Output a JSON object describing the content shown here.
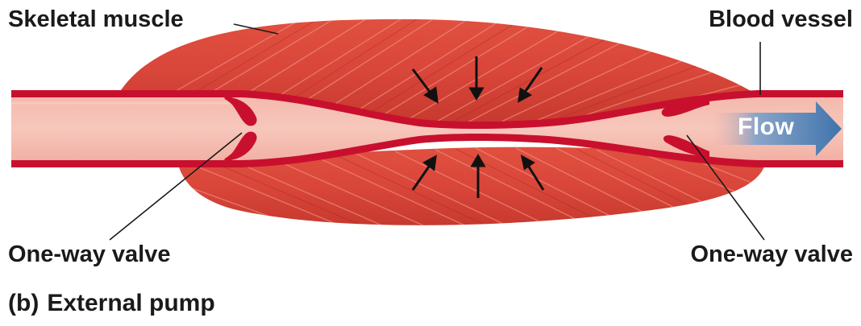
{
  "labels": {
    "skeletal_muscle": "Skeletal muscle",
    "blood_vessel": "Blood vessel",
    "valve_left": "One-way valve",
    "valve_right": "One-way valve",
    "flow": "Flow"
  },
  "caption": {
    "letter": "(b)",
    "text": "External pump"
  },
  "colors": {
    "muscle": "#d9483b",
    "muscle_dark": "#b3261e",
    "vessel_wall": "#c8102e",
    "vessel_lumen": "#f3b4a8",
    "flow_arrow": "#4a7fb5",
    "label_text": "#1a1a1a"
  }
}
